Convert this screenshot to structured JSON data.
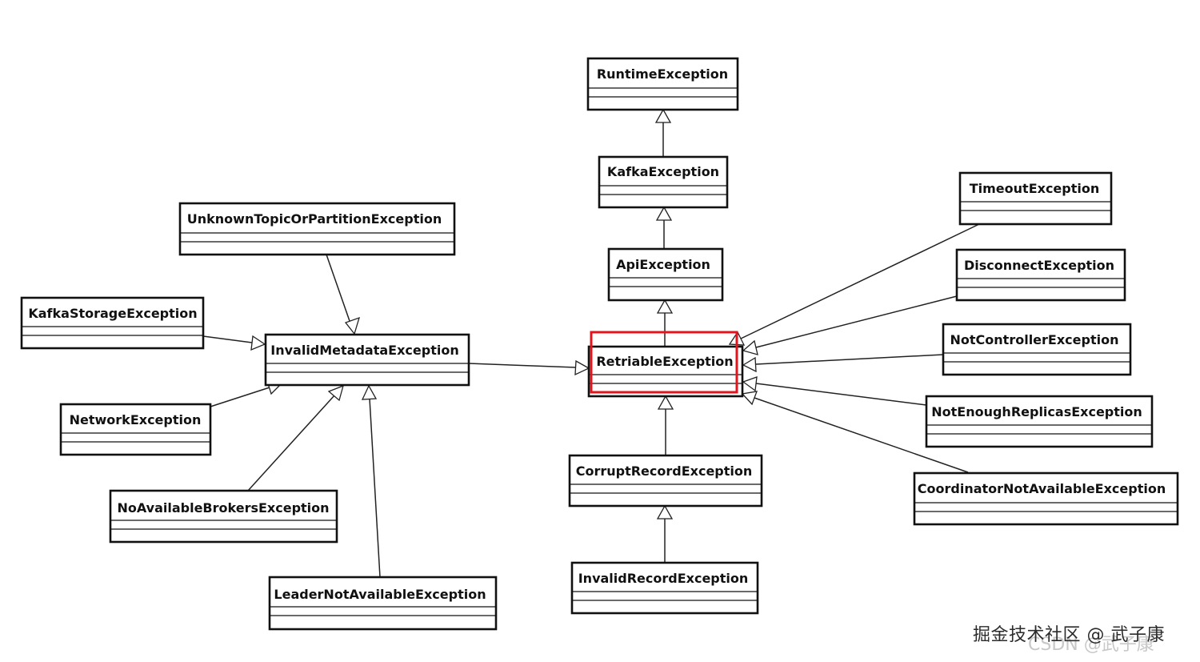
{
  "diagram": {
    "classes": {
      "runtime": "RuntimeException",
      "kafka": "KafkaException",
      "api": "ApiException",
      "retriable": "RetriableException",
      "invalid_metadata": "InvalidMetadataException",
      "unknown_topic": "UnknownTopicOrPartitionException",
      "kafka_storage": "KafkaStorageException",
      "network": "NetworkException",
      "no_available_brokers": "NoAvailableBrokersException",
      "leader_not_available": "LeaderNotAvailableException",
      "timeout": "TimeoutException",
      "disconnect": "DisconnectException",
      "not_controller": "NotControllerException",
      "not_enough_replicas": "NotEnoughReplicasException",
      "coordinator_not_available": "CoordinatorNotAvailableException",
      "corrupt_record": "CorruptRecordException",
      "invalid_record": "InvalidRecordException"
    },
    "inheritance": [
      {
        "child": "KafkaException",
        "parent": "RuntimeException"
      },
      {
        "child": "ApiException",
        "parent": "KafkaException"
      },
      {
        "child": "RetriableException",
        "parent": "ApiException"
      },
      {
        "child": "InvalidMetadataException",
        "parent": "RetriableException"
      },
      {
        "child": "UnknownTopicOrPartitionException",
        "parent": "InvalidMetadataException"
      },
      {
        "child": "KafkaStorageException",
        "parent": "InvalidMetadataException"
      },
      {
        "child": "NetworkException",
        "parent": "InvalidMetadataException"
      },
      {
        "child": "NoAvailableBrokersException",
        "parent": "InvalidMetadataException"
      },
      {
        "child": "LeaderNotAvailableException",
        "parent": "InvalidMetadataException"
      },
      {
        "child": "TimeoutException",
        "parent": "RetriableException"
      },
      {
        "child": "DisconnectException",
        "parent": "RetriableException"
      },
      {
        "child": "NotControllerException",
        "parent": "RetriableException"
      },
      {
        "child": "NotEnoughReplicasException",
        "parent": "RetriableException"
      },
      {
        "child": "CoordinatorNotAvailableException",
        "parent": "RetriableException"
      },
      {
        "child": "CorruptRecordException",
        "parent": "RetriableException"
      },
      {
        "child": "InvalidRecordException",
        "parent": "CorruptRecordException"
      }
    ],
    "highlighted_class": "RetriableException",
    "highlight_color": "#e0161e"
  },
  "watermark": {
    "main": "掘金技术社区 @ 武子康",
    "ghost": "CSDN @武子康"
  }
}
